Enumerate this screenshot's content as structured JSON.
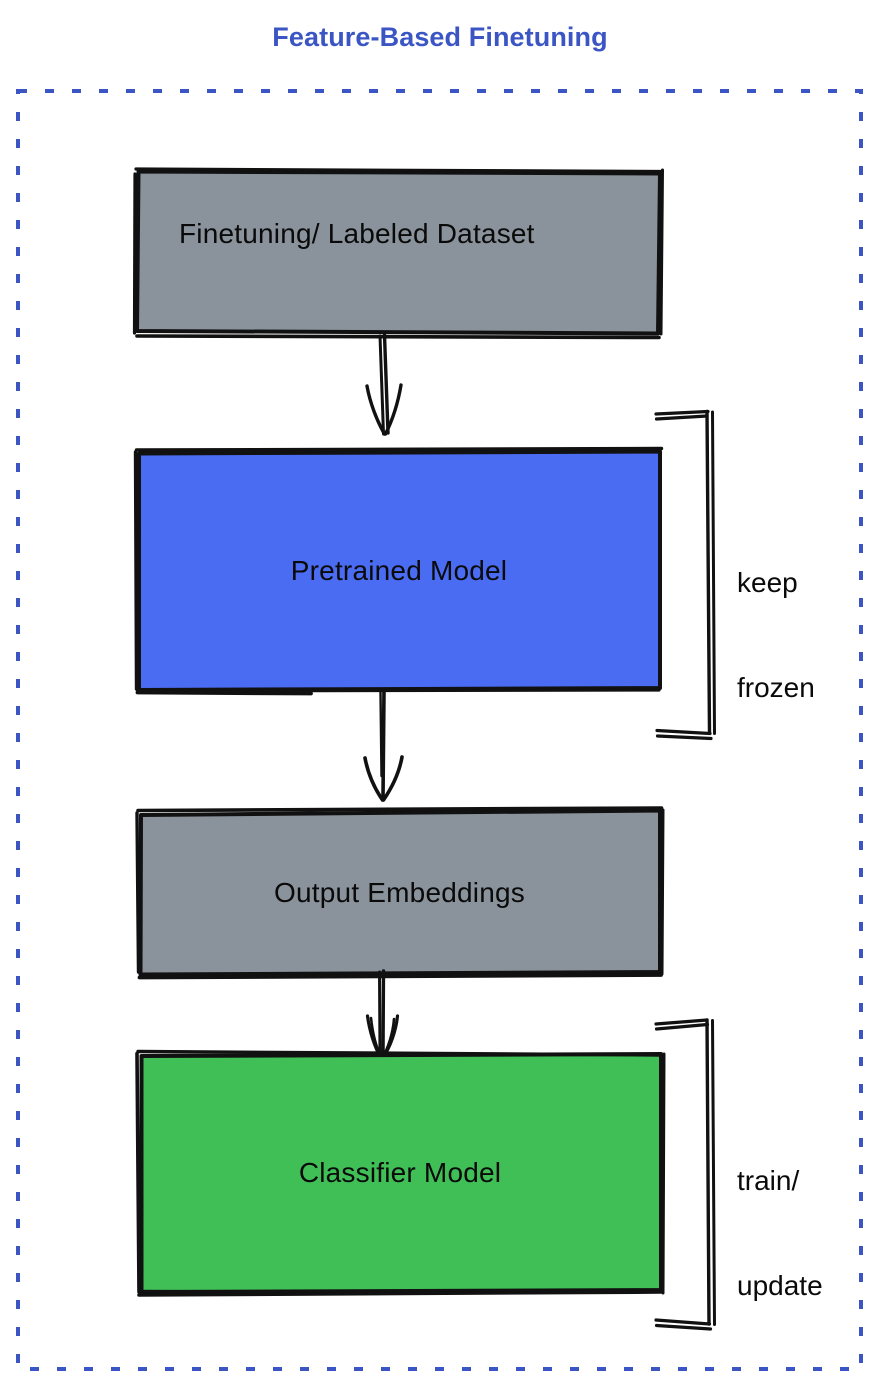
{
  "diagram": {
    "title": "Feature-Based Finetuning",
    "type": "flowchart",
    "title_color": "#3b56c4",
    "frame_color": "#3b56c4",
    "background": "#ffffff",
    "nodes": [
      {
        "id": "dataset",
        "label": "Finetuning/ Labeled Dataset",
        "fill": "#8a929b",
        "stroke": "#111111",
        "text_color": "#0a0a0a"
      },
      {
        "id": "pretrained",
        "label": "Pretrained Model",
        "fill": "#4a6cf2",
        "stroke": "#111111",
        "text_color": "#0a0a0a"
      },
      {
        "id": "embeddings",
        "label": "Output Embeddings",
        "fill": "#8a929b",
        "stroke": "#111111",
        "text_color": "#0a0a0a"
      },
      {
        "id": "classifier",
        "label": "Classifier Model",
        "fill": "#40bf56",
        "stroke": "#111111",
        "text_color": "#0a0a0a"
      }
    ],
    "edges": [
      {
        "id": "dataset-to-pretrained",
        "from": "dataset",
        "to": "pretrained"
      },
      {
        "id": "pretrained-to-embeddings",
        "from": "pretrained",
        "to": "embeddings"
      },
      {
        "id": "embeddings-to-classifier",
        "from": "embeddings",
        "to": "classifier"
      }
    ],
    "annotations": [
      {
        "id": "keep-frozen",
        "target": "pretrained",
        "line1": "keep",
        "line2": "frozen"
      },
      {
        "id": "train-update",
        "target": "classifier",
        "line1": "train/",
        "line2": "update"
      }
    ]
  }
}
